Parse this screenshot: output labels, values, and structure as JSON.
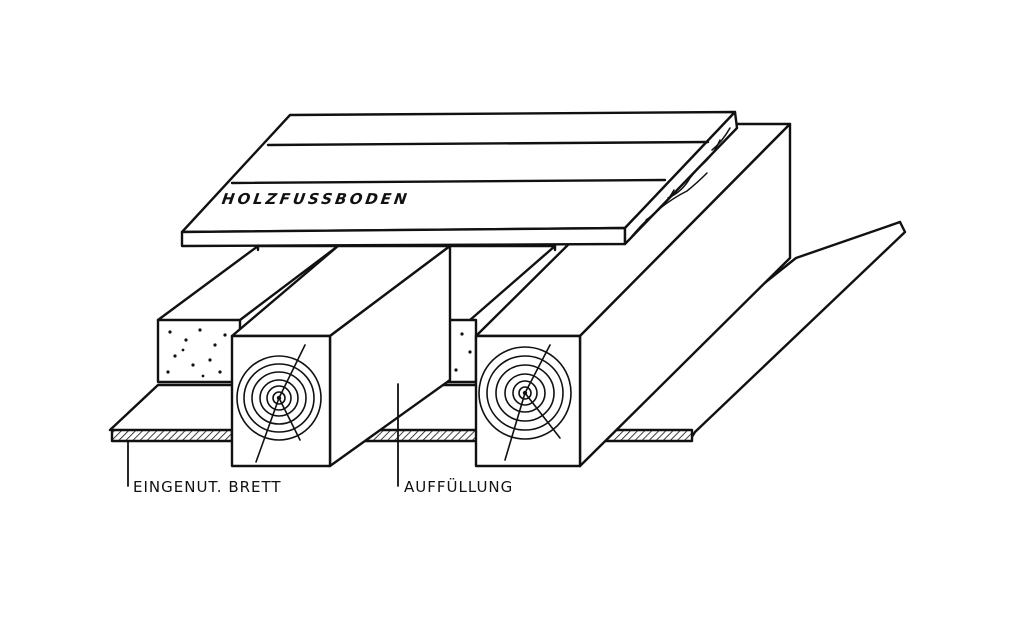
{
  "labels": {
    "floor": "HOLZFUSSBODEN",
    "board": "EINGENUT. BRETT",
    "fill": "AUFFÜLLUNG"
  },
  "colors": {
    "ink": "#111111",
    "paper": "#ffffff"
  }
}
